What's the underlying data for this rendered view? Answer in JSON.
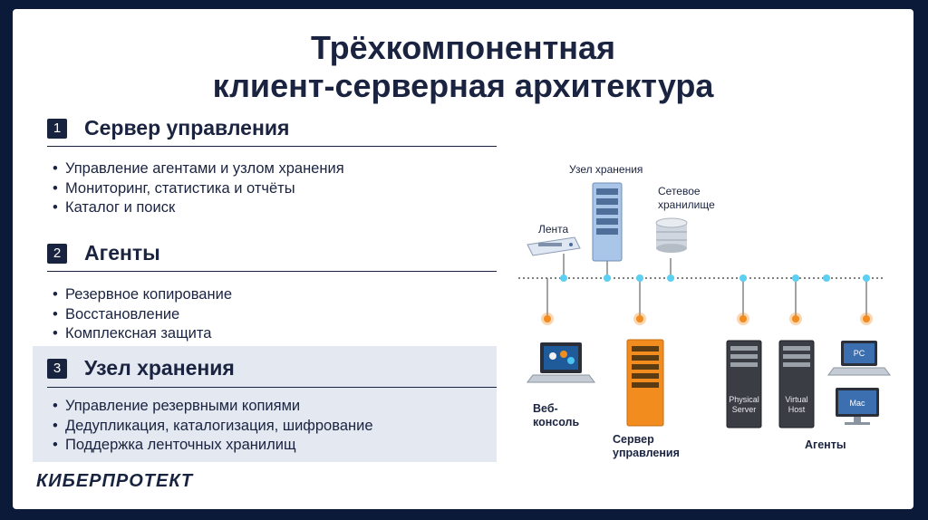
{
  "title_line1": "Трёхкомпонентная",
  "title_line2": "клиент-серверная архитектура",
  "sections": [
    {
      "number": "1",
      "title": "Сервер управления",
      "bullets": [
        "Управление агентами и узлом хранения",
        "Мониторинг, статистика и отчёты",
        "Каталог и поиск"
      ]
    },
    {
      "number": "2",
      "title": "Агенты",
      "bullets": [
        "Резервное копирование",
        "Восстановление",
        "Комплексная защита"
      ]
    },
    {
      "number": "3",
      "title": "Узел хранения",
      "bullets": [
        "Управление резервными копиями",
        "Дедупликация, каталогизация, шифрование",
        "Поддержка ленточных хранилищ"
      ]
    }
  ],
  "diagram": {
    "storage_node": "Узел хранения",
    "network_storage_line1": "Сетевое",
    "network_storage_line2": "хранилище",
    "tape": "Лента",
    "web_console_line1": "Веб-",
    "web_console_line2": "консоль",
    "mgmt_server_line1": "Сервер",
    "mgmt_server_line2": "управления",
    "physical_line1": "Physical",
    "physical_line2": "Server",
    "virtual_line1": "Virtual",
    "virtual_line2": "Host",
    "pc": "PC",
    "mac": "Mac",
    "agents": "Агенты"
  },
  "logo": "КИБЕРПРОТЕКТ",
  "colors": {
    "background": "#0c1a3a",
    "accent_orange": "#f28c1e",
    "node_blue": "#a9c6e8",
    "navy": "#18243f"
  }
}
